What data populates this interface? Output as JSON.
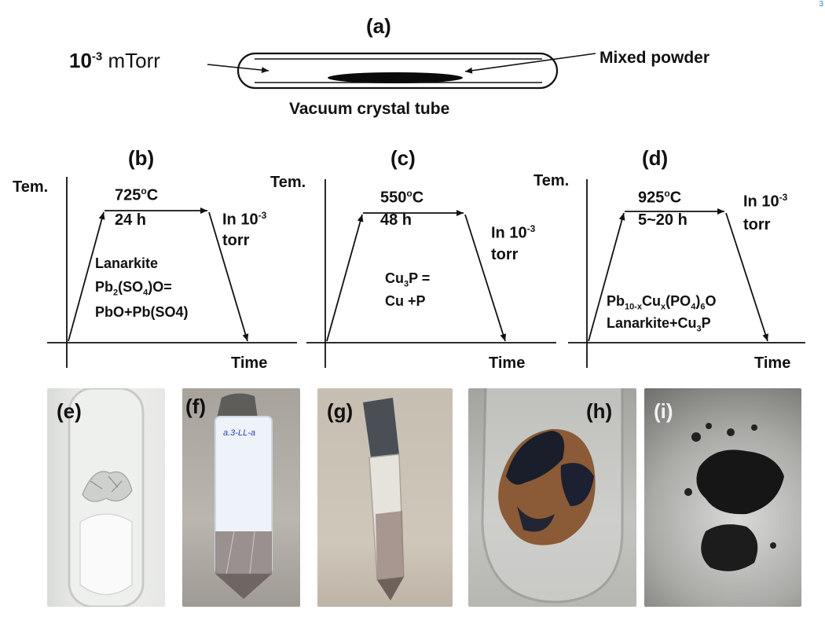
{
  "panel_a": {
    "label": "(a)",
    "pressure_value": "10",
    "pressure_exp": "-3",
    "pressure_unit": " mTorr",
    "mixed_powder": "Mixed powder",
    "tube_caption": "Vacuum crystal tube"
  },
  "panel_b": {
    "label": "(b)",
    "y_axis": "Tem.",
    "x_axis": "Time",
    "temperature": "725",
    "temp_deg": "o",
    "temp_unit": "C",
    "duration": "24 h",
    "vac_line1": "In 10",
    "vac_exp": "-3",
    "vac_line2": "torr",
    "note_line1": "Lanarkite",
    "note_line2_a": "Pb",
    "note_line2_sub1": "2",
    "note_line2_b": "(SO",
    "note_line2_sub2": "4",
    "note_line2_c": ")O=",
    "note_line3": "PbO+Pb(SO4)"
  },
  "panel_c": {
    "label": "(c)",
    "y_axis": "Tem.",
    "x_axis": "Time",
    "temperature": "550",
    "temp_deg": "o",
    "temp_unit": "C",
    "duration": "48 h",
    "vac_line1": "In 10",
    "vac_exp": "-3",
    "vac_line2": "torr",
    "note_line1_a": "Cu",
    "note_line1_sub": "3",
    "note_line1_b": "P =",
    "note_line2": "Cu +P"
  },
  "panel_d": {
    "label": "(d)",
    "y_axis": "Tem.",
    "x_axis": "Time",
    "temperature": "925",
    "temp_deg": "o",
    "temp_unit": "C",
    "duration": "5~20 h",
    "vac_line1": "In 10",
    "vac_exp": "-3",
    "vac_line2": "torr",
    "note_line1_a": "Pb",
    "note_line1_sub1": "10-x",
    "note_line1_b": "Cu",
    "note_line1_sub2": "x",
    "note_line1_c": "(PO",
    "note_line1_sub3": "4",
    "note_line1_d": ")",
    "note_line1_sub4": "6",
    "note_line1_e": "O",
    "note_line2_a": "Lanarkite+Cu",
    "note_line2_sub": "3",
    "note_line2_b": "P"
  },
  "photos": [
    {
      "label": "(e)"
    },
    {
      "label": "(f)",
      "tube_marking": "a.3-LL-a"
    },
    {
      "label": "(g)"
    },
    {
      "label": "(h)"
    },
    {
      "label": "(i)"
    }
  ],
  "corner_mark": "3",
  "colors": {
    "ink": "#111111",
    "marker_blue": "#2b3fb5",
    "background": "#ffffff"
  }
}
